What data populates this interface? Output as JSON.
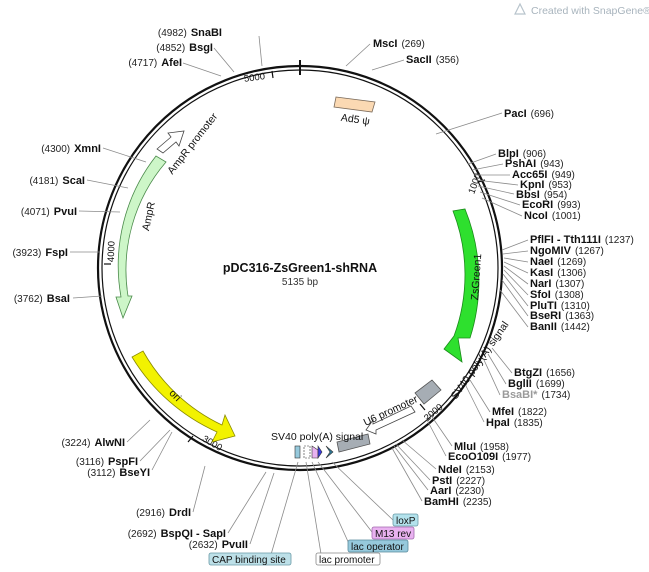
{
  "credit": {
    "prefix": "Created with ",
    "brand": "SnapGene",
    "suffix": "®"
  },
  "plasmid": {
    "name": "pDC316-ZsGreen1-shRNA",
    "size_label": "5135 bp",
    "length": 5135
  },
  "colors": {
    "ZsGreen1": "#2ee02e",
    "ori": "#f2f200",
    "AmpR": "#cdf6c8",
    "Ad5_psi": "#fbd9b3",
    "SV40": "#a6adb4",
    "U6": "#ffffff",
    "loxP": "#b3e2ec",
    "M13": "#e9b2f0",
    "lac_operator": "#96c9dc",
    "CAP": "#bde0e8"
  },
  "ticks": [
    {
      "label": "1000"
    },
    {
      "label": "2000"
    },
    {
      "label": "3000"
    },
    {
      "label": "4000"
    },
    {
      "label": "5000"
    }
  ],
  "features": [
    {
      "name": "AmpR promoter",
      "type": "promoter"
    },
    {
      "name": "AmpR",
      "type": "cds"
    },
    {
      "name": "ori",
      "type": "rep_origin"
    },
    {
      "name": "Ad5 ψ",
      "type": "misc"
    },
    {
      "name": "ZsGreen1",
      "type": "cds"
    },
    {
      "name": "SV40 poly(A) signal",
      "type": "terminator"
    },
    {
      "name": "U6 promoter",
      "type": "promoter"
    },
    {
      "name": "SV40 poly(A) signal",
      "type": "terminator"
    }
  ],
  "small_features": [
    {
      "name": "loxP"
    },
    {
      "name": "M13 rev"
    },
    {
      "name": "lac operator"
    },
    {
      "name": "lac promoter"
    },
    {
      "name": "CAP binding site"
    }
  ],
  "sites": [
    {
      "name": "SnaBI",
      "pos": "(4982)"
    },
    {
      "name": "BsgI",
      "pos": "(4852)"
    },
    {
      "name": "AfeI",
      "pos": "(4717)"
    },
    {
      "name": "XmnI",
      "pos": "(4300)"
    },
    {
      "name": "ScaI",
      "pos": "(4181)"
    },
    {
      "name": "PvuI",
      "pos": "(4071)"
    },
    {
      "name": "FspI",
      "pos": "(3923)"
    },
    {
      "name": "BsaI",
      "pos": "(3762)"
    },
    {
      "name": "AlwNI",
      "pos": "(3224)"
    },
    {
      "name": "PspFI",
      "pos": "(3116)"
    },
    {
      "name": "BseYI",
      "pos": "(3112)"
    },
    {
      "name": "DrdI",
      "pos": "(2916)"
    },
    {
      "name": "BspQI - SapI",
      "pos": "(2692)"
    },
    {
      "name": "PvuII",
      "pos": "(2632)"
    },
    {
      "name": "MscI",
      "pos": "(269)"
    },
    {
      "name": "SacII",
      "pos": "(356)"
    },
    {
      "name": "PacI",
      "pos": "(696)"
    },
    {
      "name": "BlpI",
      "pos": "(906)"
    },
    {
      "name": "PshAI",
      "pos": "(943)"
    },
    {
      "name": "Acc65I",
      "pos": "(949)"
    },
    {
      "name": "KpnI",
      "pos": "(953)"
    },
    {
      "name": "BbsI",
      "pos": "(954)"
    },
    {
      "name": "EcoRI",
      "pos": "(993)"
    },
    {
      "name": "NcoI",
      "pos": "(1001)"
    },
    {
      "name": "PflFI - Tth111I",
      "pos": "(1237)"
    },
    {
      "name": "NgoMIV",
      "pos": "(1267)"
    },
    {
      "name": "NaeI",
      "pos": "(1269)"
    },
    {
      "name": "KasI",
      "pos": "(1306)"
    },
    {
      "name": "NarI",
      "pos": "(1307)"
    },
    {
      "name": "SfoI",
      "pos": "(1308)"
    },
    {
      "name": "PluTI",
      "pos": "(1310)"
    },
    {
      "name": "BseRI",
      "pos": "(1363)"
    },
    {
      "name": "BanII",
      "pos": "(1442)"
    },
    {
      "name": "BtgZI",
      "pos": "(1656)"
    },
    {
      "name": "BglII",
      "pos": "(1699)"
    },
    {
      "name": "BsaBI*",
      "pos": "(1734)",
      "dim": true
    },
    {
      "name": "MfeI",
      "pos": "(1822)"
    },
    {
      "name": "HpaI",
      "pos": "(1835)"
    },
    {
      "name": "MluI",
      "pos": "(1958)"
    },
    {
      "name": "EcoO109I",
      "pos": "(1977)"
    },
    {
      "name": "NdeI",
      "pos": "(2153)"
    },
    {
      "name": "PstI",
      "pos": "(2227)"
    },
    {
      "name": "AarI",
      "pos": "(2230)"
    },
    {
      "name": "BamHI",
      "pos": "(2235)"
    }
  ]
}
